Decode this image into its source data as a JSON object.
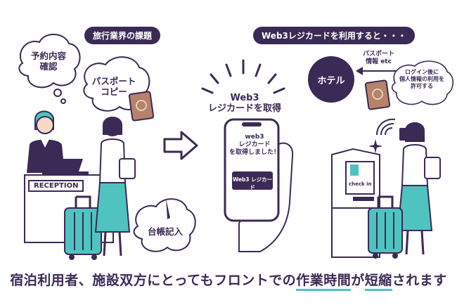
{
  "left": {
    "title": "旅行業界の課題",
    "bubble_confirm": [
      "予約内容",
      "確認"
    ],
    "bubble_passport": [
      "パスポート",
      "コピー"
    ],
    "bubble_ledger": "台帳記入",
    "reception_sign": "RECEPTION"
  },
  "right": {
    "title": "Web3レジカードを利用すると・・・",
    "acquire_text": [
      "Web3",
      "レジカードを取得"
    ],
    "phone_text": [
      "web3",
      "レジカード",
      "を取得しました！"
    ],
    "phone_button": "Web3 レジカード",
    "hotel_label": "ホテル",
    "passport_info": [
      "パスポート",
      "情報 etc"
    ],
    "permission_note": [
      "ログイン後に",
      "個人情報の利用を",
      "許可する"
    ],
    "kiosk_label": "check in"
  },
  "caption": {
    "part1": "宿泊利用者、施設双方にとってもフロントでの",
    "highlight1": "作業時間",
    "part2": "が",
    "highlight2": "短縮",
    "part3": "されます"
  },
  "colors": {
    "ink": "#3b2a55",
    "teal": "#4fc3c0",
    "skin": "#f6d9c4",
    "passport": "#b7826a"
  }
}
